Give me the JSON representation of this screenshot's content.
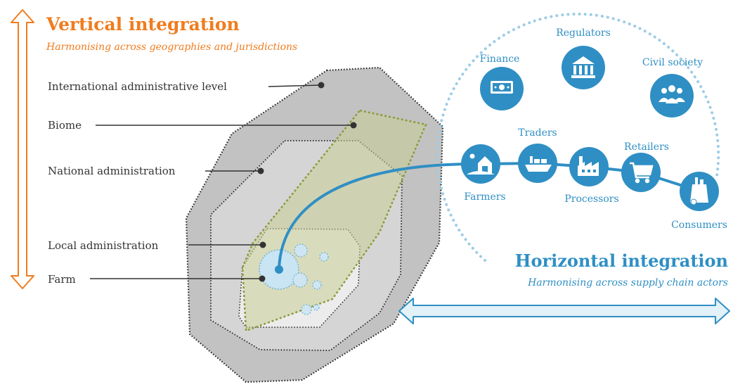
{
  "vertical": {
    "title": "Vertical integration",
    "subtitle": "Harmonising across geographies and jurisdictions"
  },
  "levels": [
    {
      "key": "international",
      "label": "International administrative level"
    },
    {
      "key": "biome",
      "label": "Biome"
    },
    {
      "key": "national",
      "label": "National administration"
    },
    {
      "key": "local",
      "label": "Local administration"
    },
    {
      "key": "farm",
      "label": "Farm"
    }
  ],
  "horizontal": {
    "title": "Horizontal integration",
    "subtitle": "Harmonising across supply chain actors"
  },
  "actors": {
    "regulators": "Regulators",
    "finance": "Finance",
    "civil_society": "Civil society",
    "traders": "Traders",
    "retailers": "Retailers",
    "farmers": "Farmers",
    "processors": "Processors",
    "consumers": "Consumers"
  },
  "colors": {
    "orange": "#f07c1e",
    "blue": "#2f8fc4",
    "light_blue": "#9dcce6",
    "gray_outer": "#c2c2c2",
    "gray_mid": "#d5d5d5",
    "gray_inner": "#e7e7e7",
    "biome_olive": "#8c9a3a"
  }
}
